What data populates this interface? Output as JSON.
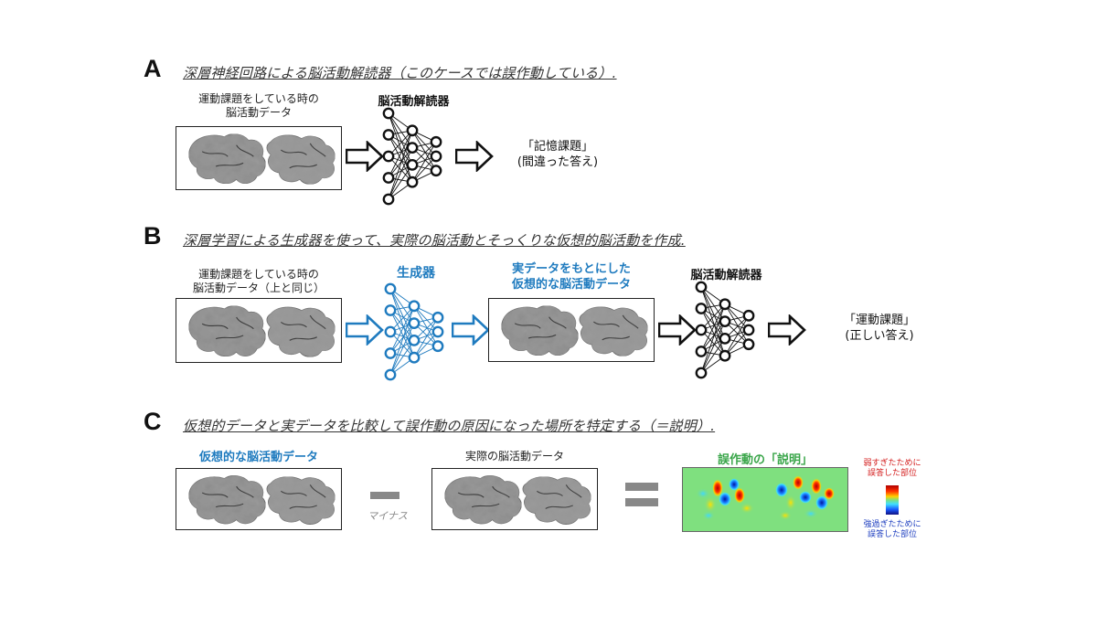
{
  "sections": {
    "a": {
      "letter": "A",
      "title": "深層神経回路による脳活動解読器（このケースでは誤作動している）.",
      "input_caption_line1": "運動課題をしている時の",
      "input_caption_line2": "脳活動データ",
      "decoder_label": "脳活動解読器",
      "answer_line1": "「記憶課題」",
      "answer_line2": "(間違った答え)"
    },
    "b": {
      "letter": "B",
      "title": "深層学習による生成器を使って、実際の脳活動とそっくりな仮想的脳活動を作成.",
      "input_caption_line1": "運動課題をしている時の",
      "input_caption_line2": "脳活動データ（上と同じ）",
      "generator_label": "生成器",
      "virtual_caption_line1": "実データをもとにした",
      "virtual_caption_line2": "仮想的な脳活動データ",
      "decoder_label": "脳活動解読器",
      "answer_line1": "「運動課題」",
      "answer_line2": "(正しい答え)"
    },
    "c": {
      "letter": "C",
      "title": "仮想的データと実データを比較して誤作動の原因になった場所を特定する（＝説明）.",
      "virtual_label": "仮想的な脳活動データ",
      "minus_label": "マイナス",
      "real_label": "実際の脳活動データ",
      "explanation_label": "誤作動の「説明」",
      "legend_top_line1": "弱すぎたために",
      "legend_top_line2": "誤答した部位",
      "legend_bottom_line1": "強過ぎたために",
      "legend_bottom_line2": "誤答した部位"
    }
  },
  "colors": {
    "black": "#111111",
    "blue": "#1f7bbf",
    "green": "#3aa64a",
    "red": "#d42020",
    "legend_blue": "#2040c0",
    "heatmap_background": "#7fe07f"
  },
  "icons": [
    "neural-network-icon",
    "right-arrow-icon",
    "minus-sign-icon",
    "equals-sign-icon",
    "brain-map-icon",
    "colorbar-icon"
  ]
}
